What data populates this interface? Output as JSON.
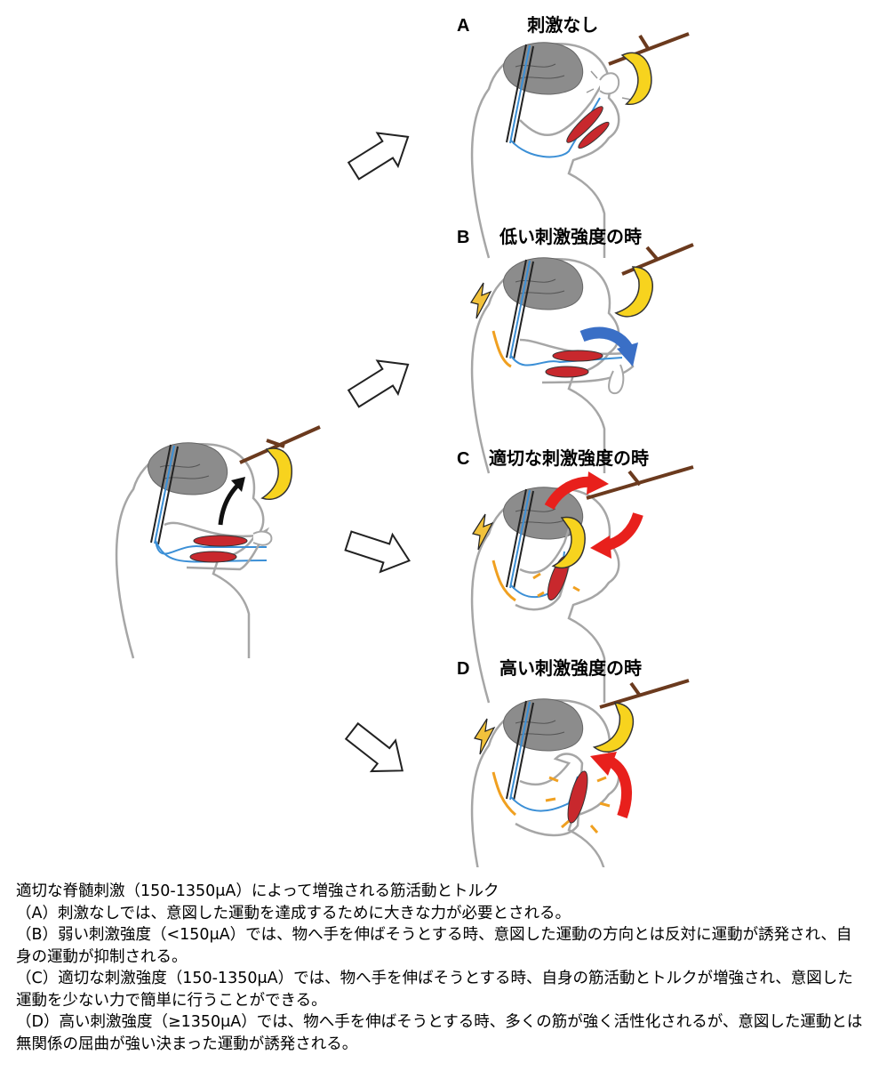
{
  "panels": [
    {
      "letter": "A",
      "title": "刺激なし"
    },
    {
      "letter": "B",
      "title": "低い刺激強度の時"
    },
    {
      "letter": "C",
      "title": "適切な刺激強度の時"
    },
    {
      "letter": "D",
      "title": "高い刺激強度の時"
    }
  ],
  "caption": {
    "heading": "適切な脊髄刺激（150-1350μA）によって増強される筋活動とトルク",
    "a": "（A）刺激なしでは、意図した運動を達成するために大きな力が必要とされる。",
    "b": "（B）弱い刺激強度（<150μA）では、物へ手を伸ばそうとする時、意図した運動の方向とは反対に運動が誘発され、自身の運動が抑制される。",
    "c": "（C）適切な刺激強度（150-1350μA）では、物へ手を伸ばそうとする時、自身の筋活動とトルクが増強され、意図した運動を少ない力で簡単に行うことができる。",
    "d": "（D）高い刺激強度（≥1350μA）では、物へ手を伸ばそうとする時、多くの筋が強く活性化されるが、意図した運動とは無関係の屈曲が強い決まった運動が誘発される。"
  },
  "colors": {
    "line": "#a6a6a6",
    "brain": "#8c8c8c",
    "nerve": "#3b8fd6",
    "muscle": "#c8282d",
    "banana": "#f7d31e",
    "branch": "#6b3a1e",
    "bolt": "#f2c23b",
    "spark": "#f0a020",
    "blue_arrow": "#3a6fc6",
    "red_arrow": "#e8201c"
  }
}
